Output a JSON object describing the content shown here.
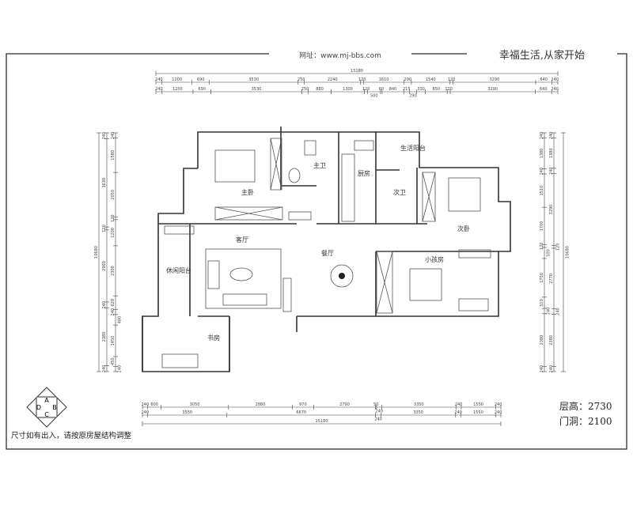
{
  "header": {
    "website": "网址：www.mj-bbs.com",
    "slogan": "幸福生活,从家开始"
  },
  "rooms": {
    "master_bedroom": "主卧",
    "master_bath": "主卫",
    "kitchen": "厨房",
    "utility_balcony": "生活阳台",
    "second_bath": "次卫",
    "second_bedroom": "次卧",
    "living_room": "客厅",
    "dining_room": "餐厅",
    "leisure_balcony": "休闲阳台",
    "kids_room": "小孩房",
    "study": "书房"
  },
  "info": {
    "floor_height": "层高：2730",
    "door_height": "门洞：2100",
    "note": "尺寸如有出入，请按原房屋结构调整"
  },
  "compass": {
    "a": "A",
    "b": "B",
    "c": "C",
    "d": "D"
  },
  "dimensions": {
    "top_total": "15180",
    "top_row1": [
      "240",
      "1200",
      "690",
      "3530",
      "250",
      "2240",
      "120",
      "1610",
      "290",
      "1540",
      "120",
      "3290",
      "640",
      "240"
    ],
    "top_row2": [
      "240",
      "1200",
      "690",
      "3530",
      "250",
      "880",
      "1300",
      "120",
      "500",
      "60",
      "840",
      "215",
      "290",
      "330",
      "850",
      "120",
      "3290",
      "640",
      "240"
    ],
    "bottom_row1": [
      "240",
      "600",
      "3050",
      "2880",
      "970",
      "2790",
      "50",
      "240",
      "3350",
      "240",
      "1550",
      "240"
    ],
    "bottom_row2": [
      "240",
      "3550",
      "6670",
      "240",
      "3350",
      "240",
      "1550",
      "240"
    ],
    "bottom_total": "15180",
    "left_total": "10680",
    "left_row1": [
      "240",
      "3630",
      "120",
      "2960",
      "240",
      "2380",
      "240"
    ],
    "left_row2": [
      "240",
      "1580",
      "2050",
      "120",
      "1200",
      "2300",
      "620",
      "240",
      "480",
      "1450",
      "450",
      "240"
    ],
    "right_row1": [
      "240",
      "1380",
      "240",
      "1510",
      "1700",
      "120",
      "500",
      "1750",
      "510",
      "240",
      "2380",
      "240"
    ],
    "right_row2": [
      "240",
      "1380",
      "240",
      "3290",
      "120",
      "2770",
      "240",
      "2380",
      "240"
    ],
    "right_total": "10680"
  }
}
